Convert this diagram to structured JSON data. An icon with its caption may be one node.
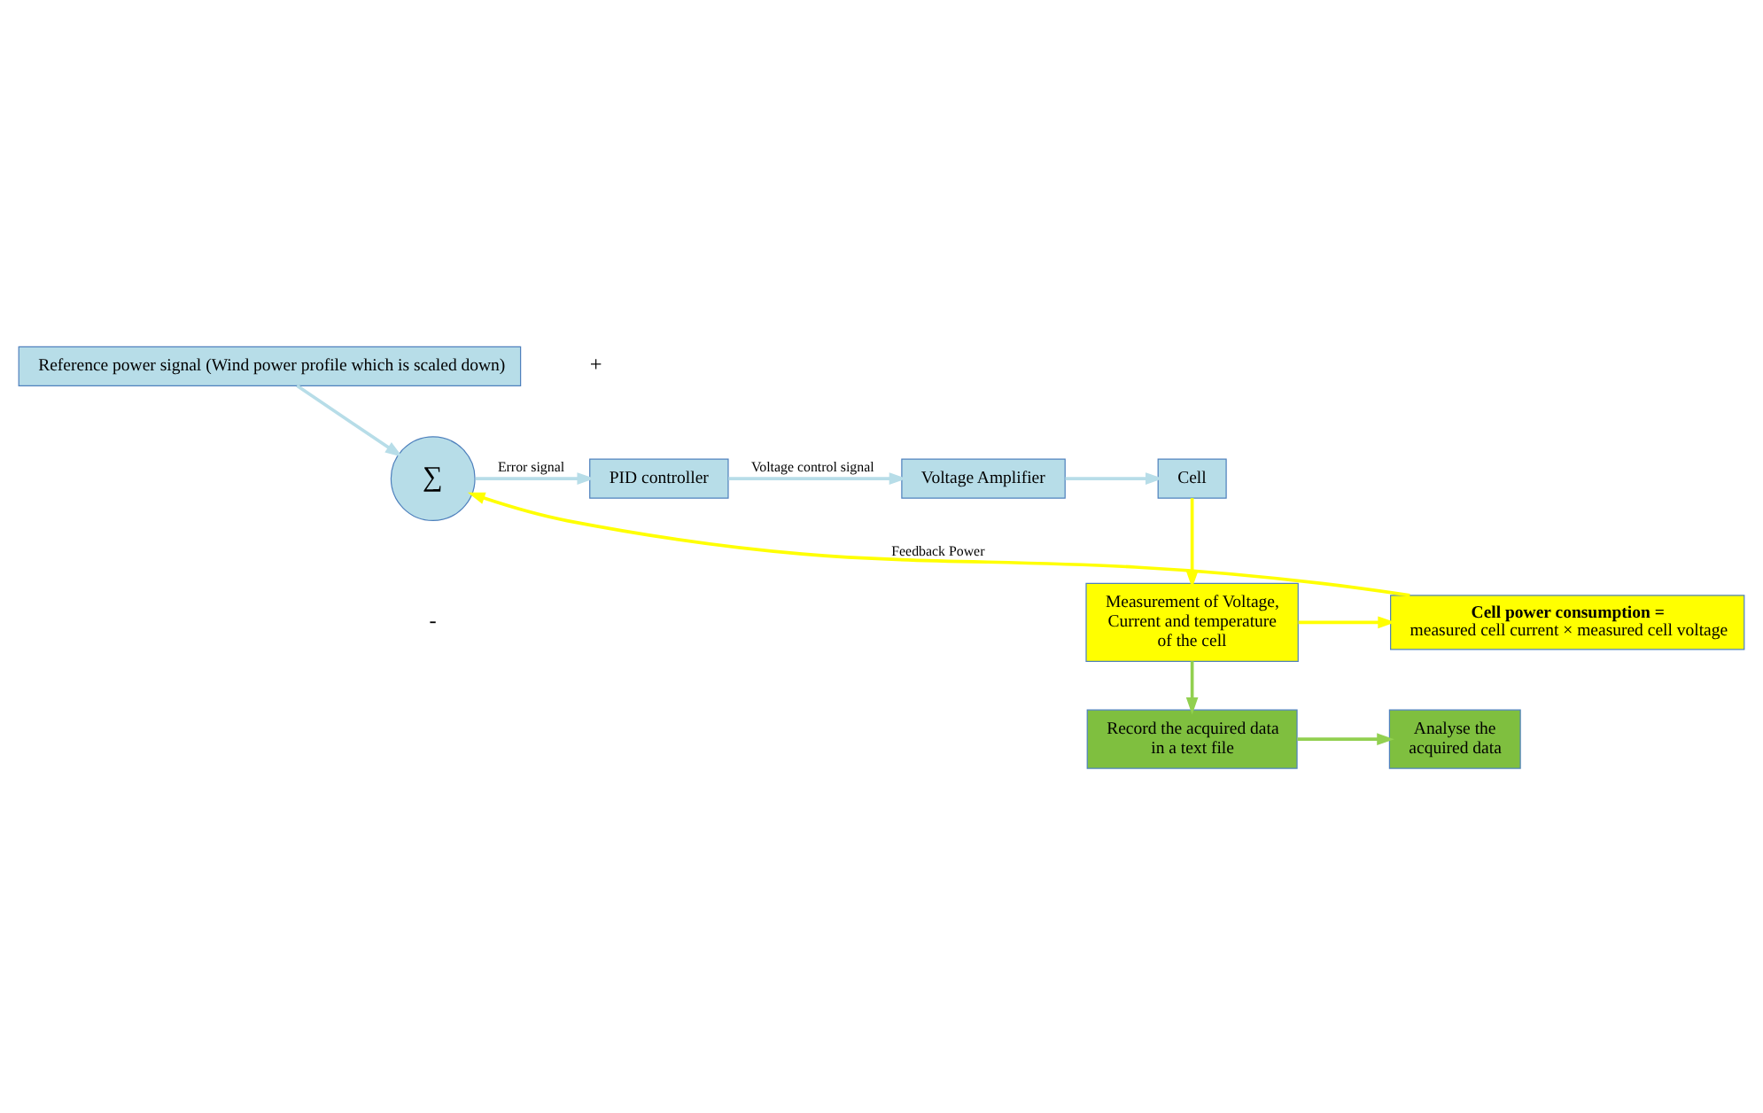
{
  "diagram": {
    "nodes": [
      {
        "text": [
          "Reference power signal (Wind power profile which is scaled down)"
        ]
      },
      {
        "text": [
          "∑"
        ]
      },
      {
        "text": [
          "PID controller"
        ]
      },
      {
        "text": [
          "Voltage Amplifier"
        ]
      },
      {
        "text": [
          "Cell"
        ]
      },
      {
        "text": [
          "Measurement of Voltage, Current and temperature of the cell"
        ]
      },
      {
        "text": [
          "Cell power consumption =",
          "measured cell current × measured cell voltage"
        ]
      },
      {
        "text": [
          "Record the acquired data in a text file"
        ]
      },
      {
        "text": [
          "Analyse the acquired data"
        ]
      }
    ],
    "edges": [
      {
        "from": 0,
        "to": 1,
        "arrow": "to"
      },
      {
        "from": 1,
        "to": 2,
        "arrow": "to",
        "label": "Error signal"
      },
      {
        "from": 2,
        "to": 3,
        "arrow": "to",
        "label": "Voltage control signal"
      },
      {
        "from": 3,
        "to": 4,
        "arrow": "to"
      },
      {
        "from": 4,
        "to": 5,
        "arrow": "to",
        "color": "#ffff00"
      },
      {
        "from": 5,
        "to": 6,
        "arrow": "to",
        "color": "#ffff00"
      },
      {
        "from": 6,
        "to": 1,
        "arrow": "to",
        "color": "#ffff00",
        "label": "Feedback Power"
      },
      {
        "from": 5,
        "to": 7,
        "arrow": "to",
        "color": "#92d050"
      },
      {
        "from": 7,
        "to": 8,
        "arrow": "to",
        "color": "#92d050"
      }
    ],
    "labels": [
      "+",
      "-"
    ]
  }
}
